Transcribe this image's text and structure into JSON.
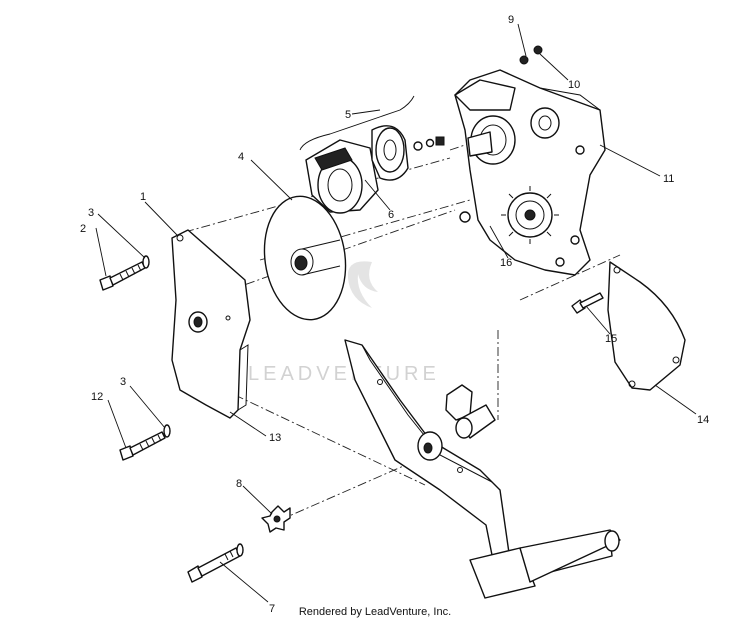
{
  "diagram": {
    "callouts": [
      "1",
      "2",
      "3",
      "3",
      "4",
      "5",
      "6",
      "7",
      "8",
      "9",
      "10",
      "11",
      "12",
      "13",
      "14",
      "15",
      "16"
    ],
    "watermark": "LEADVENTURE",
    "footer": "Rendered by LeadVenture, Inc."
  }
}
